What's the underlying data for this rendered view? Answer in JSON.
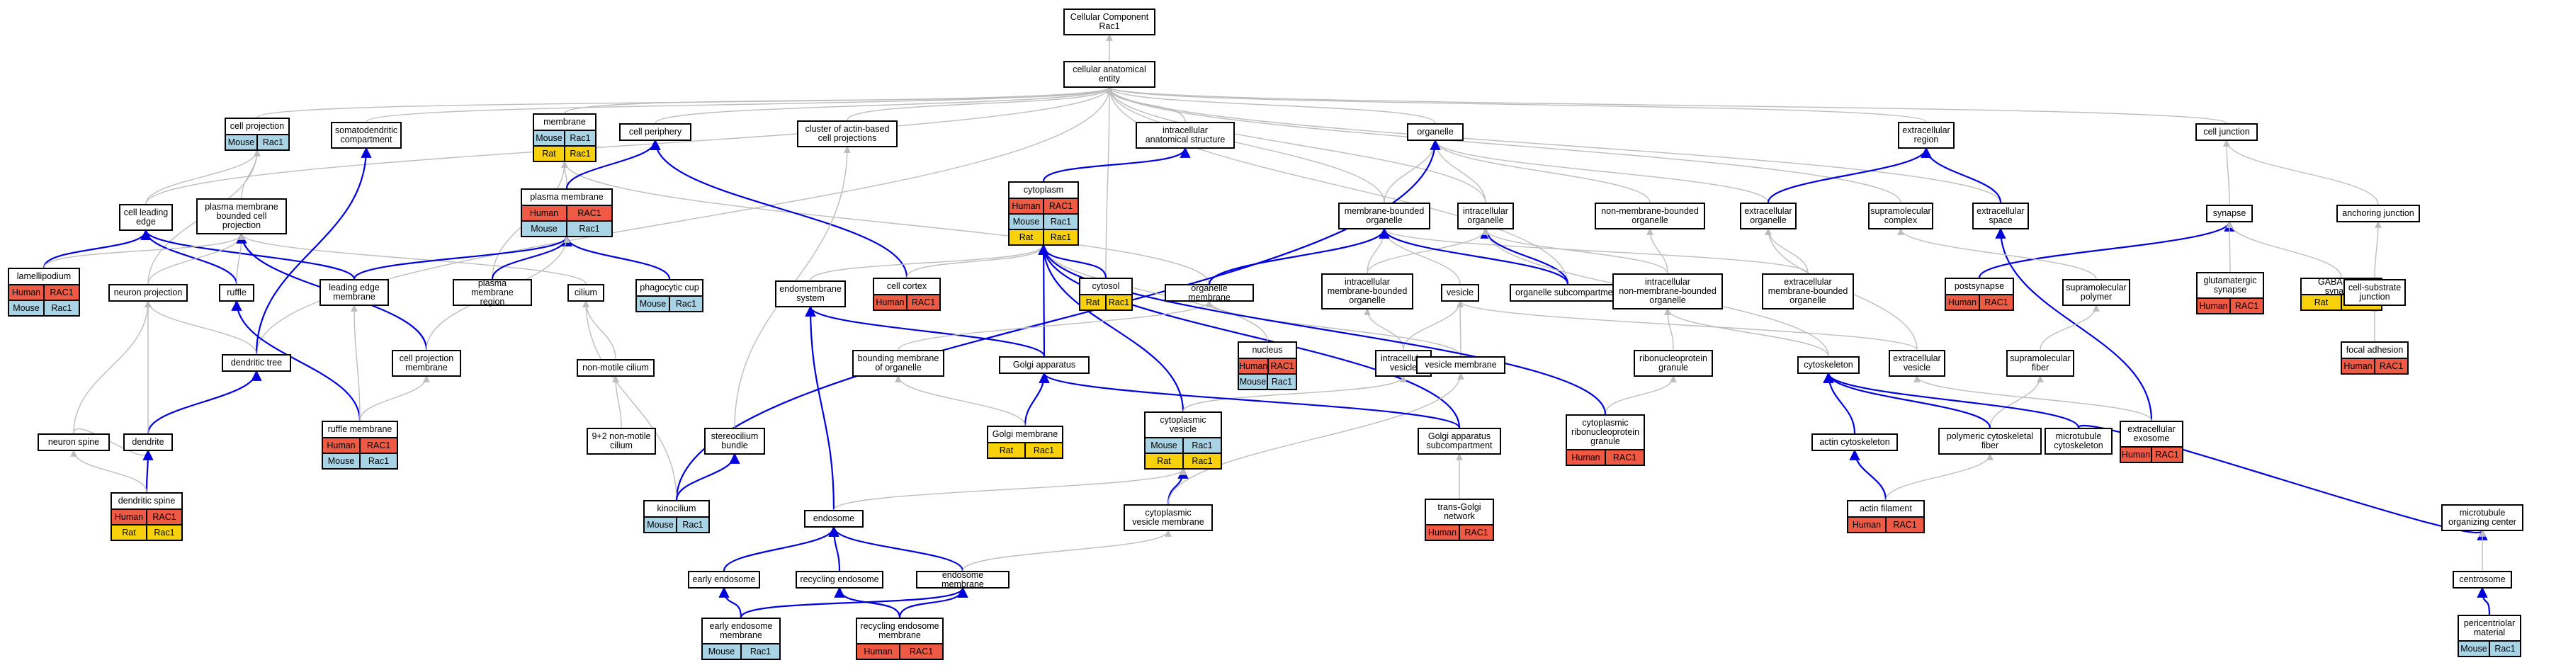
{
  "graph": {
    "colors": {
      "node_border": "#000000",
      "edge_gray": "#bdbdbd",
      "edge_blue": "#0000dd"
    },
    "nodes": [
      {
        "id": "root",
        "label": "Cellular Component\nRac1"
      },
      {
        "id": "cae",
        "label": "cellular anatomical\nentity"
      },
      {
        "id": "cellproj",
        "label": "cell projection",
        "annot": [
          [
            "Mouse",
            "Rac1"
          ]
        ]
      },
      {
        "id": "somato",
        "label": "somatodendritic\ncompartment"
      },
      {
        "id": "membrane",
        "label": "membrane",
        "annot": [
          [
            "Mouse",
            "Rac1"
          ],
          [
            "Rat",
            "Rac1"
          ]
        ]
      },
      {
        "id": "periph",
        "label": "cell periphery"
      },
      {
        "id": "cluster",
        "label": "cluster of actin-based\ncell projections"
      },
      {
        "id": "intracell",
        "label": "intracellular\nanatomical structure"
      },
      {
        "id": "organelle",
        "label": "organelle"
      },
      {
        "id": "exreg",
        "label": "extracellular\nregion"
      },
      {
        "id": "junction",
        "label": "cell junction"
      },
      {
        "id": "leading",
        "label": "cell leading\nedge"
      },
      {
        "id": "pmbound",
        "label": "plasma membrane\nbounded cell\nprojection"
      },
      {
        "id": "pm",
        "label": "plasma membrane",
        "annot": [
          [
            "Human",
            "RAC1"
          ],
          [
            "Mouse",
            "Rac1"
          ]
        ]
      },
      {
        "id": "cytoplasm",
        "label": "cytoplasm",
        "annot": [
          [
            "Human",
            "RAC1"
          ],
          [
            "Mouse",
            "Rac1"
          ],
          [
            "Rat",
            "Rac1"
          ]
        ]
      },
      {
        "id": "mbo",
        "label": "membrane-bounded\norganelle"
      },
      {
        "id": "ico",
        "label": "intracellular\norganelle"
      },
      {
        "id": "nmbo",
        "label": "non-membrane-bounded\norganelle"
      },
      {
        "id": "exorg",
        "label": "extracellular\norganelle"
      },
      {
        "id": "supracplx",
        "label": "supramolecular\ncomplex"
      },
      {
        "id": "exspace",
        "label": "extracellular\nspace"
      },
      {
        "id": "synapse",
        "label": "synapse"
      },
      {
        "id": "anchor",
        "label": "anchoring junction"
      },
      {
        "id": "lamelli",
        "label": "lamellipodium",
        "annot": [
          [
            "Human",
            "RAC1"
          ],
          [
            "Mouse",
            "Rac1"
          ]
        ]
      },
      {
        "id": "neuronproj",
        "label": "neuron projection"
      },
      {
        "id": "ruffle",
        "label": "ruffle"
      },
      {
        "id": "leadingmem",
        "label": "leading edge\nmembrane"
      },
      {
        "id": "pmregion",
        "label": "plasma membrane\nregion"
      },
      {
        "id": "cilium",
        "label": "cilium"
      },
      {
        "id": "phago",
        "label": "phagocytic cup",
        "annot": [
          [
            "Mouse",
            "Rac1"
          ]
        ]
      },
      {
        "id": "endosys",
        "label": "endomembrane\nsystem"
      },
      {
        "id": "cortex",
        "label": "cell cortex",
        "annot": [
          [
            "Human",
            "RAC1"
          ]
        ]
      },
      {
        "id": "cytosol",
        "label": "cytosol",
        "annot": [
          [
            "Rat",
            "Rac1"
          ]
        ]
      },
      {
        "id": "orgmem",
        "label": "organelle membrane"
      },
      {
        "id": "imbo",
        "label": "intracellular\nmembrane-bounded\norganelle"
      },
      {
        "id": "vesicle",
        "label": "vesicle"
      },
      {
        "id": "orgsub",
        "label": "organelle subcompartment"
      },
      {
        "id": "inmbo",
        "label": "intracellular\nnon-membrane-bounded\norganelle"
      },
      {
        "id": "exmbo",
        "label": "extracellular\nmembrane-bounded\norganelle"
      },
      {
        "id": "postsyn",
        "label": "postsynapse",
        "annot": [
          [
            "Human",
            "RAC1"
          ]
        ]
      },
      {
        "id": "supapoly",
        "label": "supramolecular\npolymer"
      },
      {
        "id": "glut",
        "label": "glutamatergic\nsynapse",
        "annot": [
          [
            "Human",
            "RAC1"
          ]
        ]
      },
      {
        "id": "gaba",
        "label": "GABA-ergic synapse",
        "annot": [
          [
            "Rat",
            "Rac1"
          ]
        ]
      },
      {
        "id": "csj",
        "label": "cell-substrate\njunction"
      },
      {
        "id": "dtree",
        "label": "dendritic tree"
      },
      {
        "id": "cpm",
        "label": "cell projection\nmembrane"
      },
      {
        "id": "nonmotile",
        "label": "non-motile cilium"
      },
      {
        "id": "boundmem",
        "label": "bounding membrane\nof organelle"
      },
      {
        "id": "golgi",
        "label": "Golgi apparatus"
      },
      {
        "id": "nucleus",
        "label": "nucleus",
        "annot": [
          [
            "Human",
            "RAC1"
          ],
          [
            "Mouse",
            "Rac1"
          ]
        ]
      },
      {
        "id": "icvesicle",
        "label": "intracellular\nvesicle"
      },
      {
        "id": "vesmem",
        "label": "vesicle membrane"
      },
      {
        "id": "ribogran",
        "label": "ribonucleoprotein\ngranule"
      },
      {
        "id": "cytoskel",
        "label": "cytoskeleton"
      },
      {
        "id": "exves",
        "label": "extracellular\nvesicle"
      },
      {
        "id": "supafiber",
        "label": "supramolecular\nfiber"
      },
      {
        "id": "focal",
        "label": "focal adhesion",
        "annot": [
          [
            "Human",
            "RAC1"
          ]
        ]
      },
      {
        "id": "spine",
        "label": "neuron spine"
      },
      {
        "id": "dendrite",
        "label": "dendrite"
      },
      {
        "id": "ruffmem",
        "label": "ruffle membrane",
        "annot": [
          [
            "Human",
            "RAC1"
          ],
          [
            "Mouse",
            "Rac1"
          ]
        ]
      },
      {
        "id": "ninetwo",
        "label": "9+2 non-motile\ncilium"
      },
      {
        "id": "stereo",
        "label": "stereocilium\nbundle"
      },
      {
        "id": "golgimem",
        "label": "Golgi membrane",
        "annot": [
          [
            "Rat",
            "Rac1"
          ]
        ]
      },
      {
        "id": "cytoves",
        "label": "cytoplasmic\nvesicle",
        "annot": [
          [
            "Mouse",
            "Rac1"
          ],
          [
            "Rat",
            "Rac1"
          ]
        ]
      },
      {
        "id": "golgisub",
        "label": "Golgi apparatus\nsubcompartment"
      },
      {
        "id": "crnpg",
        "label": "cytoplasmic\nribonucleoprotein\ngranule",
        "annot": [
          [
            "Human",
            "RAC1"
          ]
        ]
      },
      {
        "id": "actincyto",
        "label": "actin cytoskeleton"
      },
      {
        "id": "polyfiber",
        "label": "polymeric cytoskeletal\nfiber"
      },
      {
        "id": "mtcyto",
        "label": "microtubule\ncytoskeleton"
      },
      {
        "id": "exosome",
        "label": "extracellular\nexosome",
        "annot": [
          [
            "Human",
            "RAC1"
          ]
        ]
      },
      {
        "id": "dspine",
        "label": "dendritic spine",
        "annot": [
          [
            "Human",
            "RAC1"
          ],
          [
            "Rat",
            "Rac1"
          ]
        ]
      },
      {
        "id": "kino",
        "label": "kinocilium",
        "annot": [
          [
            "Mouse",
            "Rac1"
          ]
        ]
      },
      {
        "id": "endosome",
        "label": "endosome"
      },
      {
        "id": "cvm",
        "label": "cytoplasmic\nvesicle membrane"
      },
      {
        "id": "tgn",
        "label": "trans-Golgi\nnetwork",
        "annot": [
          [
            "Human",
            "RAC1"
          ]
        ]
      },
      {
        "id": "actfil",
        "label": "actin filament",
        "annot": [
          [
            "Human",
            "RAC1"
          ]
        ]
      },
      {
        "id": "mtoc",
        "label": "microtubule\norganizing center"
      },
      {
        "id": "earlyendo",
        "label": "early endosome"
      },
      {
        "id": "recyendo",
        "label": "recycling endosome"
      },
      {
        "id": "endomem",
        "label": "endosome membrane"
      },
      {
        "id": "centrosome",
        "label": "centrosome"
      },
      {
        "id": "eem",
        "label": "early endosome\nmembrane",
        "annot": [
          [
            "Mouse",
            "Rac1"
          ]
        ]
      },
      {
        "id": "rem",
        "label": "recycling endosome\nmembrane",
        "annot": [
          [
            "Human",
            "RAC1"
          ]
        ]
      },
      {
        "id": "pericent",
        "label": "pericentriolar\nmaterial",
        "annot": [
          [
            "Mouse",
            "Rac1"
          ]
        ]
      }
    ],
    "edges": [
      [
        "cae",
        "root",
        0
      ],
      [
        "cellproj",
        "cae",
        0
      ],
      [
        "somato",
        "cae",
        0
      ],
      [
        "membrane",
        "cae",
        0
      ],
      [
        "periph",
        "cae",
        0
      ],
      [
        "cluster",
        "cae",
        0
      ],
      [
        "intracell",
        "cae",
        0
      ],
      [
        "organelle",
        "cae",
        0
      ],
      [
        "exreg",
        "cae",
        0
      ],
      [
        "junction",
        "cae",
        0
      ],
      [
        "leading",
        "cae",
        0
      ],
      [
        "mbo",
        "cae",
        0
      ],
      [
        "exspace",
        "cae",
        0
      ],
      [
        "supracplx",
        "cae",
        0
      ],
      [
        "cytosol",
        "cae",
        0
      ],
      [
        "orgsub",
        "cae",
        0
      ],
      [
        "ico",
        "cae",
        0
      ],
      [
        "dtree",
        "cae",
        0
      ],
      [
        "pmbound",
        "cellproj",
        0
      ],
      [
        "leading",
        "cellproj",
        0
      ],
      [
        "neuronproj",
        "cellproj",
        0
      ],
      [
        "pm",
        "membrane",
        0
      ],
      [
        "pmregion",
        "membrane",
        0
      ],
      [
        "orgmem",
        "membrane",
        0
      ],
      [
        "pm",
        "periph",
        1
      ],
      [
        "cortex",
        "periph",
        1
      ],
      [
        "cytoplasm",
        "intracell",
        1
      ],
      [
        "mbo",
        "organelle",
        0
      ],
      [
        "ico",
        "organelle",
        0
      ],
      [
        "nmbo",
        "organelle",
        0
      ],
      [
        "exorg",
        "organelle",
        0
      ],
      [
        "kino",
        "organelle",
        1
      ],
      [
        "exorg",
        "exreg",
        1
      ],
      [
        "exspace",
        "exreg",
        1
      ],
      [
        "synapse",
        "junction",
        0
      ],
      [
        "anchor",
        "junction",
        0
      ],
      [
        "lamelli",
        "leading",
        1
      ],
      [
        "ruffle",
        "leading",
        1
      ],
      [
        "leadingmem",
        "leading",
        1
      ],
      [
        "lamelli",
        "pmbound",
        0
      ],
      [
        "neuronproj",
        "pmbound",
        0
      ],
      [
        "ruffle",
        "pmbound",
        0
      ],
      [
        "cpm",
        "pmbound",
        1
      ],
      [
        "cilium",
        "pmbound",
        0
      ],
      [
        "leadingmem",
        "pm",
        1
      ],
      [
        "pmregion",
        "pm",
        1
      ],
      [
        "phago",
        "pm",
        1
      ],
      [
        "cpm",
        "pm",
        0
      ],
      [
        "cortex",
        "cytoplasm",
        0
      ],
      [
        "cytosol",
        "cytoplasm",
        1
      ],
      [
        "golgi",
        "cytoplasm",
        1
      ],
      [
        "cytoves",
        "cytoplasm",
        1
      ],
      [
        "golgisub",
        "cytoplasm",
        1
      ],
      [
        "nucleus",
        "cytoplasm",
        0
      ],
      [
        "orgmem",
        "mbo",
        1
      ],
      [
        "imbo",
        "mbo",
        0
      ],
      [
        "imbo",
        "ico",
        0
      ],
      [
        "vesicle",
        "mbo",
        0
      ],
      [
        "exmbo",
        "mbo",
        0
      ],
      [
        "orgsub",
        "ico",
        1
      ],
      [
        "orgsub",
        "mbo",
        1
      ],
      [
        "inmbo",
        "nmbo",
        0
      ],
      [
        "inmbo",
        "ico",
        0
      ],
      [
        "exmbo",
        "exorg",
        0
      ],
      [
        "postsyn",
        "synapse",
        1
      ],
      [
        "glut",
        "synapse",
        0
      ],
      [
        "gaba",
        "synapse",
        0
      ],
      [
        "csj",
        "anchor",
        0
      ],
      [
        "focal",
        "csj",
        0
      ],
      [
        "exosome",
        "exspace",
        1
      ],
      [
        "supapoly",
        "supracplx",
        0
      ],
      [
        "supafiber",
        "supapoly",
        0
      ],
      [
        "polyfiber",
        "supafiber",
        0
      ],
      [
        "cytoskel",
        "ico",
        0
      ],
      [
        "cytoskel",
        "inmbo",
        0
      ],
      [
        "actincyto",
        "cytoskel",
        1
      ],
      [
        "polyfiber",
        "cytoskel",
        1
      ],
      [
        "mtcyto",
        "cytoskel",
        1
      ],
      [
        "mtcyto",
        "mtoc",
        1
      ],
      [
        "actfil",
        "actincyto",
        1
      ],
      [
        "actfil",
        "polyfiber",
        0
      ],
      [
        "dtree",
        "somato",
        1
      ],
      [
        "dtree",
        "neuronproj",
        0
      ],
      [
        "dendrite",
        "dtree",
        1
      ],
      [
        "dendrite",
        "neuronproj",
        0
      ],
      [
        "spine",
        "neuronproj",
        0
      ],
      [
        "spine",
        "dendrite",
        0
      ],
      [
        "dspine",
        "dendrite",
        1
      ],
      [
        "dspine",
        "spine",
        0
      ],
      [
        "ruffmem",
        "ruffle",
        1
      ],
      [
        "ruffmem",
        "leadingmem",
        0
      ],
      [
        "ruffmem",
        "cpm",
        0
      ],
      [
        "nonmotile",
        "cilium",
        0
      ],
      [
        "ninetwo",
        "nonmotile",
        0
      ],
      [
        "kino",
        "cilium",
        0
      ],
      [
        "stereo",
        "cluster",
        0
      ],
      [
        "kino",
        "stereo",
        1
      ],
      [
        "endosys",
        "cytoplasm",
        0
      ],
      [
        "golgi",
        "endosys",
        1
      ],
      [
        "endosome",
        "endosys",
        1
      ],
      [
        "boundmem",
        "orgmem",
        0
      ],
      [
        "golgimem",
        "golgi",
        1
      ],
      [
        "golgimem",
        "boundmem",
        0
      ],
      [
        "icvesicle",
        "imbo",
        0
      ],
      [
        "icvesicle",
        "vesicle",
        0
      ],
      [
        "vesmem",
        "vesicle",
        0
      ],
      [
        "vesmem",
        "orgmem",
        0
      ],
      [
        "ribogran",
        "inmbo",
        0
      ],
      [
        "crnpg",
        "ribogran",
        0
      ],
      [
        "crnpg",
        "cytoplasm",
        1
      ],
      [
        "cytoves",
        "icvesicle",
        0
      ],
      [
        "cvm",
        "cytoves",
        1
      ],
      [
        "cvm",
        "vesmem",
        0
      ],
      [
        "golgisub",
        "golgi",
        1
      ],
      [
        "tgn",
        "golgisub",
        0
      ],
      [
        "exves",
        "vesicle",
        0
      ],
      [
        "exosome",
        "exves",
        0
      ],
      [
        "exves",
        "exorg",
        0
      ],
      [
        "endosome",
        "cytoves",
        0
      ],
      [
        "endomem",
        "endosome",
        1
      ],
      [
        "endomem",
        "cvm",
        0
      ],
      [
        "earlyendo",
        "endosome",
        1
      ],
      [
        "recyendo",
        "endosome",
        1
      ],
      [
        "eem",
        "earlyendo",
        1
      ],
      [
        "eem",
        "endomem",
        1
      ],
      [
        "rem",
        "recyendo",
        1
      ],
      [
        "rem",
        "endomem",
        1
      ],
      [
        "centrosome",
        "mtoc",
        0
      ],
      [
        "pericent",
        "centrosome",
        1
      ]
    ]
  }
}
